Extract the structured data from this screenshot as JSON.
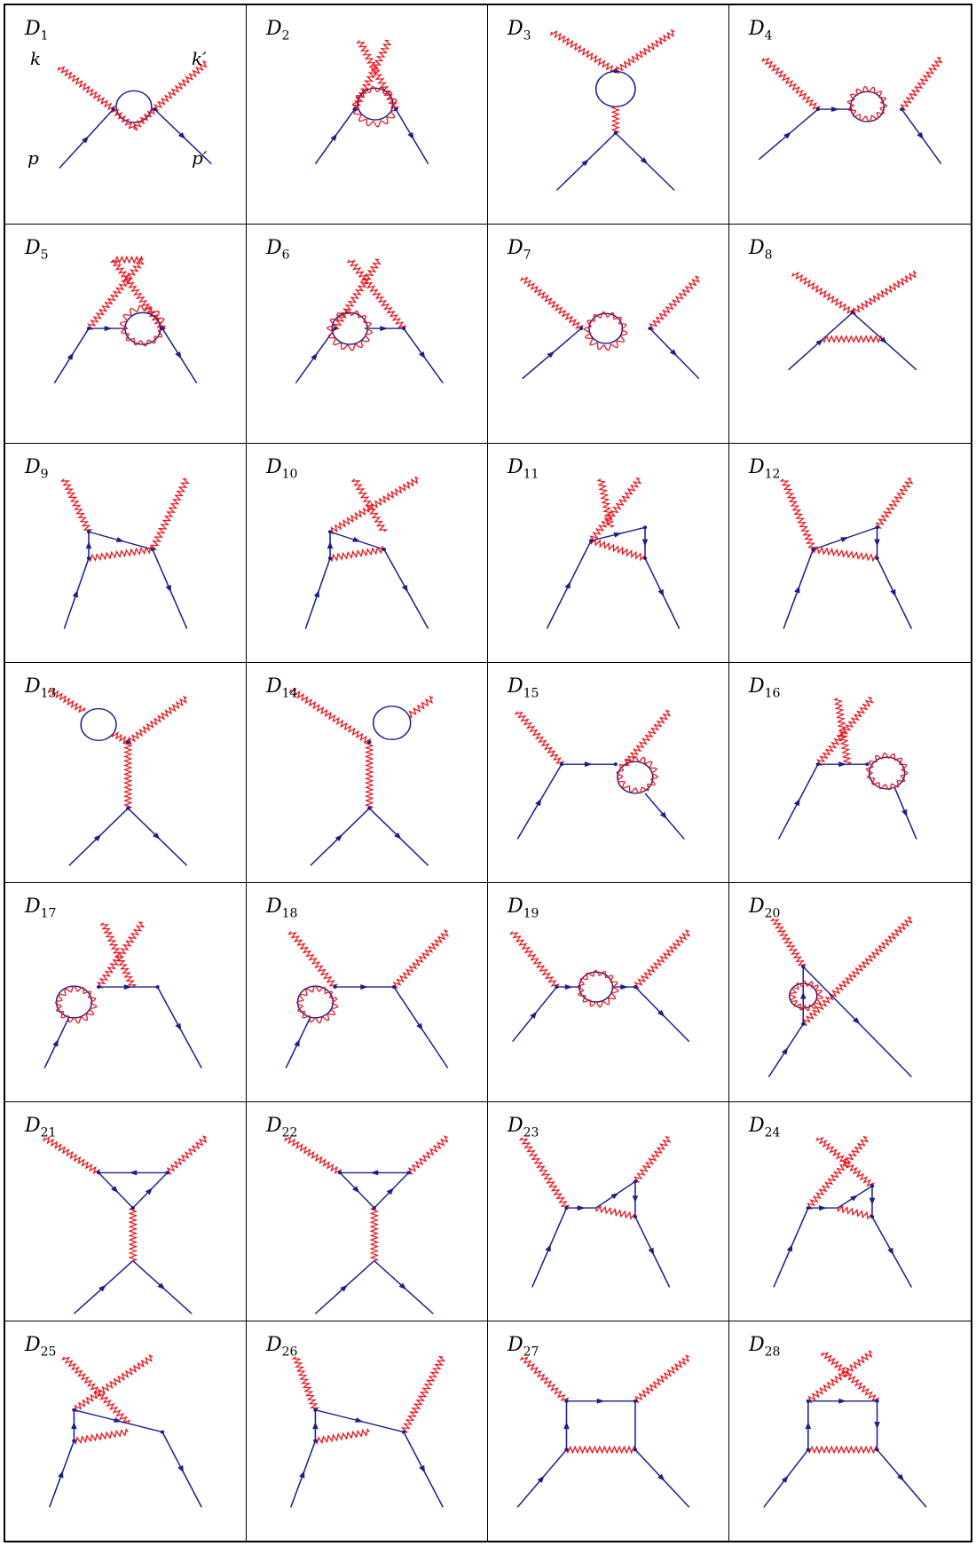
{
  "diagrams": [
    {
      "label": "D",
      "index": "1"
    },
    {
      "label": "D",
      "index": "2"
    },
    {
      "label": "D",
      "index": "3"
    },
    {
      "label": "D",
      "index": "4"
    },
    {
      "label": "D",
      "index": "5"
    },
    {
      "label": "D",
      "index": "6"
    },
    {
      "label": "D",
      "index": "7"
    },
    {
      "label": "D",
      "index": "8"
    },
    {
      "label": "D",
      "index": "9"
    },
    {
      "label": "D",
      "index": "10"
    },
    {
      "label": "D",
      "index": "11"
    },
    {
      "label": "D",
      "index": "12"
    },
    {
      "label": "D",
      "index": "13"
    },
    {
      "label": "D",
      "index": "14"
    },
    {
      "label": "D",
      "index": "15"
    },
    {
      "label": "D",
      "index": "16"
    },
    {
      "label": "D",
      "index": "17"
    },
    {
      "label": "D",
      "index": "18"
    },
    {
      "label": "D",
      "index": "19"
    },
    {
      "label": "D",
      "index": "20"
    },
    {
      "label": "D",
      "index": "21"
    },
    {
      "label": "D",
      "index": "22"
    },
    {
      "label": "D",
      "index": "23"
    },
    {
      "label": "D",
      "index": "24"
    },
    {
      "label": "D",
      "index": "25"
    },
    {
      "label": "D",
      "index": "26"
    },
    {
      "label": "D",
      "index": "27"
    },
    {
      "label": "D",
      "index": "28"
    }
  ],
  "external_labels": {
    "k": "k",
    "k_prime": "k′",
    "p": "p",
    "p_prime": "p′"
  },
  "colors": {
    "photon": "#e8141c",
    "fermion": "#1a1f8c",
    "grid": "#000000"
  }
}
